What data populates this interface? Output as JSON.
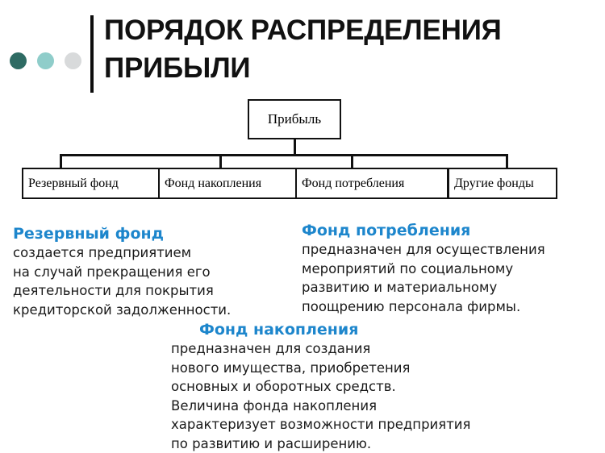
{
  "slide": {
    "title": "Порядок распределения\nприбыли",
    "accent_blue": "#1d86cc",
    "dots": [
      {
        "name": "dot-dark-teal",
        "color": "#2e6b63"
      },
      {
        "name": "dot-light-teal",
        "color": "#8fcdca"
      },
      {
        "name": "dot-grey",
        "color": "#d8dadb"
      }
    ]
  },
  "diagram": {
    "root": {
      "label": "Прибыль"
    },
    "leaves": [
      {
        "label": "Резервный фонд"
      },
      {
        "label": "Фонд накопления"
      },
      {
        "label": "Фонд потребления"
      },
      {
        "label": "Другие фонды"
      }
    ]
  },
  "descriptions": {
    "reserve": {
      "heading": "Резервный фонд",
      "body": "создается предприятием\nна случай прекращения  его\nдеятельности для покрытия\nкредиторской задолженности."
    },
    "consumption": {
      "heading": "Фонд потребления",
      "body": " предназначен для осуществления\nмероприятий по социальному\n развитию и материальному\nпоощрению персонала фирмы."
    },
    "accumulation": {
      "heading": "Фонд накопления",
      "body": " предназначен для создания\nнового имущества, приобретения\n основных и оборотных средств.\nВеличина фонда накопления\nхарактеризует возможности предприятия\nпо развитию и расширению."
    }
  }
}
